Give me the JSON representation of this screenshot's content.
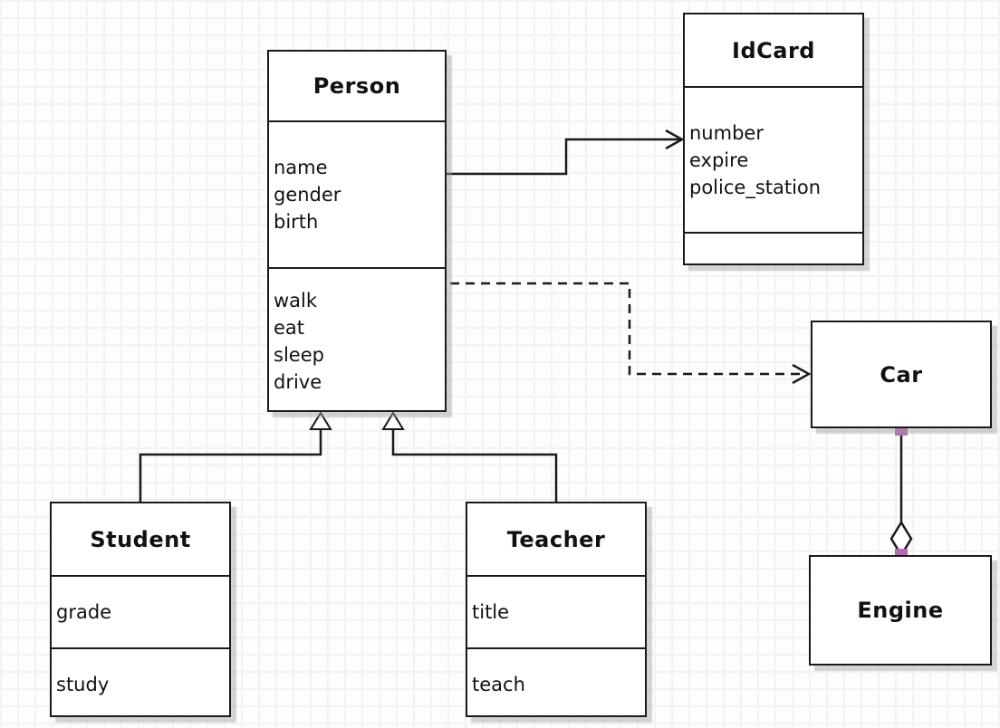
{
  "diagram": {
    "kind": "uml-class-diagram",
    "classes": [
      {
        "id": "person",
        "name": "Person",
        "attributes": [
          "name",
          "gender",
          "birth"
        ],
        "methods": [
          "walk",
          "eat",
          "sleep",
          "drive"
        ]
      },
      {
        "id": "idcard",
        "name": "IdCard",
        "attributes": [
          "number",
          "expire",
          "police_station"
        ],
        "methods": []
      },
      {
        "id": "student",
        "name": "Student",
        "attributes": [
          "grade"
        ],
        "methods": [
          "study"
        ]
      },
      {
        "id": "teacher",
        "name": "Teacher",
        "attributes": [
          "title"
        ],
        "methods": [
          "teach"
        ]
      },
      {
        "id": "car",
        "name": "Car",
        "attributes": [],
        "methods": []
      },
      {
        "id": "engine",
        "name": "Engine",
        "attributes": [],
        "methods": []
      }
    ],
    "relationships": [
      {
        "from": "Person",
        "to": "IdCard",
        "type": "association",
        "line": "solid",
        "arrow": "open-arrowhead"
      },
      {
        "from": "Person",
        "to": "Car",
        "type": "dependency",
        "line": "dashed",
        "arrow": "open-arrowhead"
      },
      {
        "from": "Student",
        "to": "Person",
        "type": "generalization",
        "line": "solid",
        "arrow": "hollow-triangle"
      },
      {
        "from": "Teacher",
        "to": "Person",
        "type": "generalization",
        "line": "solid",
        "arrow": "hollow-triangle"
      },
      {
        "from": "Car",
        "to": "Engine",
        "type": "aggregation",
        "line": "solid",
        "arrow": "hollow-diamond"
      }
    ],
    "colors": {
      "line": "#1a1a1a",
      "box_fill": "#ffffff",
      "box_border": "#1a1a1a",
      "shadow": "#c9c9c9",
      "endpoint_handle": "#b26ab0",
      "grid_line": "#f2f2f2",
      "background": "#fdfdfd"
    }
  }
}
